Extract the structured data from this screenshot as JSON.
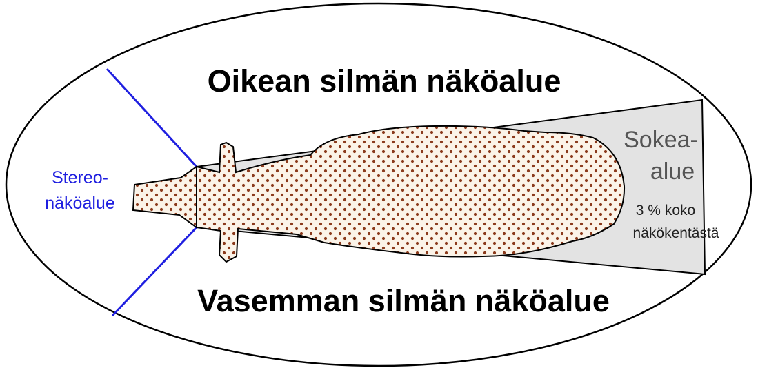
{
  "diagram": {
    "right_eye_label": "Oikean silmän näköalue",
    "left_eye_label": "Vasemman silmän näköalue",
    "stereo_label_line1": "Stereo-",
    "stereo_label_line2": "näköalue",
    "blind_label_line1": "Sokea-",
    "blind_label_line2": "alue",
    "blind_note_line1": "3 % koko",
    "blind_note_line2": "näkökentästä"
  },
  "colors": {
    "outline": "#000000",
    "stereo_lines": "#1f1fe0",
    "stereo_text": "#1f1fe0",
    "blind_fill": "#e3e3e3",
    "blob_fill": "#fbf3e8",
    "blob_dots": "#8b3a1c"
  }
}
